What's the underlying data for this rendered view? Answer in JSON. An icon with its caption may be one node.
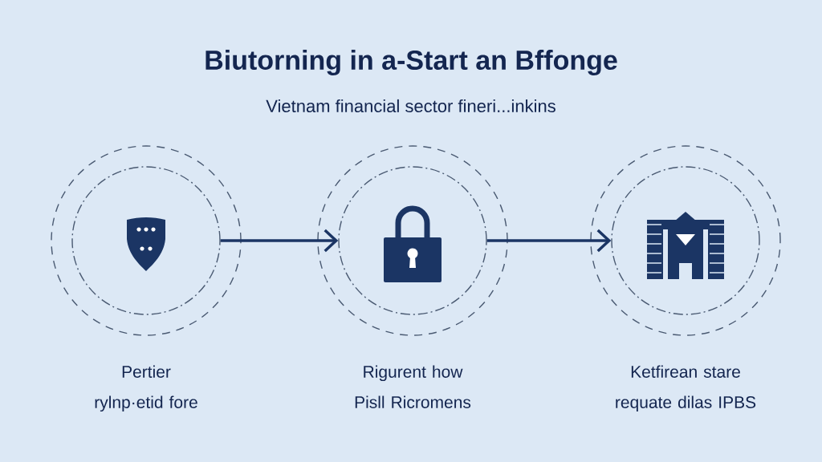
{
  "diagram": {
    "title": "Biutorning in a-Start an Bffonge",
    "caption": "Vietnam financial sector fineri...inkins",
    "nodes": [
      {
        "text": [],
        "shape": "circle",
        "beside": [
          "Pertier rylnp·etid fore"
        ]
      },
      {
        "text": [],
        "shape": "circle",
        "beside": [
          "Rigurent how Pisll Ricromens"
        ]
      },
      {
        "text": [],
        "shape": "circle",
        "beside": [
          "Ketfirean stare requate dilas IPBS"
        ]
      }
    ],
    "edges": [
      {
        "from": 0,
        "to": 1,
        "arrow": "to"
      },
      {
        "from": 1,
        "to": 2,
        "arrow": "to"
      }
    ]
  }
}
